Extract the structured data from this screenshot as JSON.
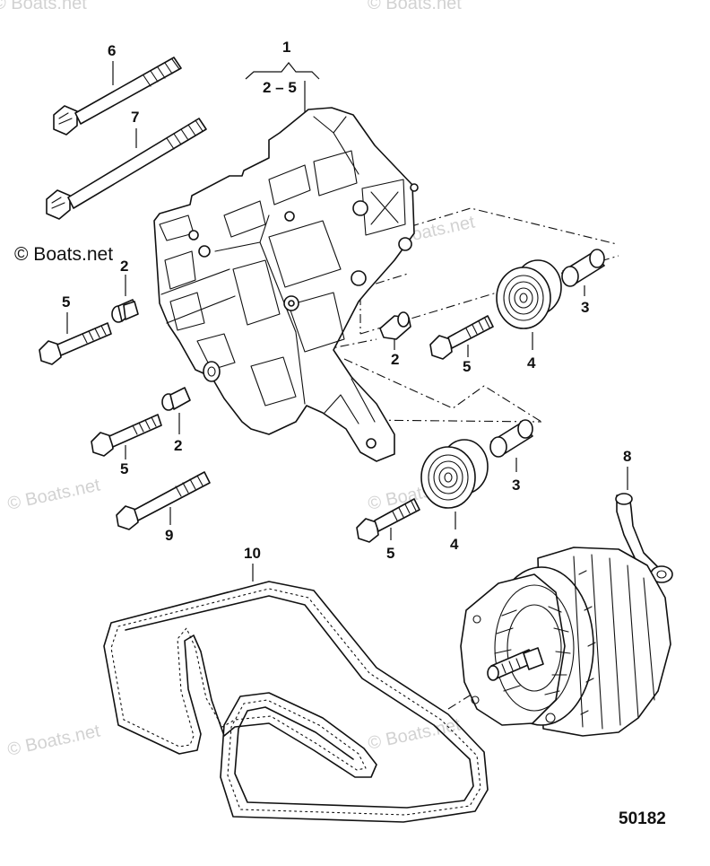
{
  "watermark": "© Boats.net",
  "copyright": "© Boats.net",
  "diagram_number": "50182",
  "group_label": "1",
  "group_range": "2 – 5",
  "callouts": {
    "c6": "6",
    "c7": "7",
    "c2a": "2",
    "c5a": "5",
    "c2b": "2",
    "c3a": "3",
    "c5b": "5",
    "c4a": "4",
    "c2c": "2",
    "c5c": "5",
    "c3b": "3",
    "c4b": "4",
    "c5d": "5",
    "c9": "9",
    "c8": "8",
    "c10": "10"
  }
}
